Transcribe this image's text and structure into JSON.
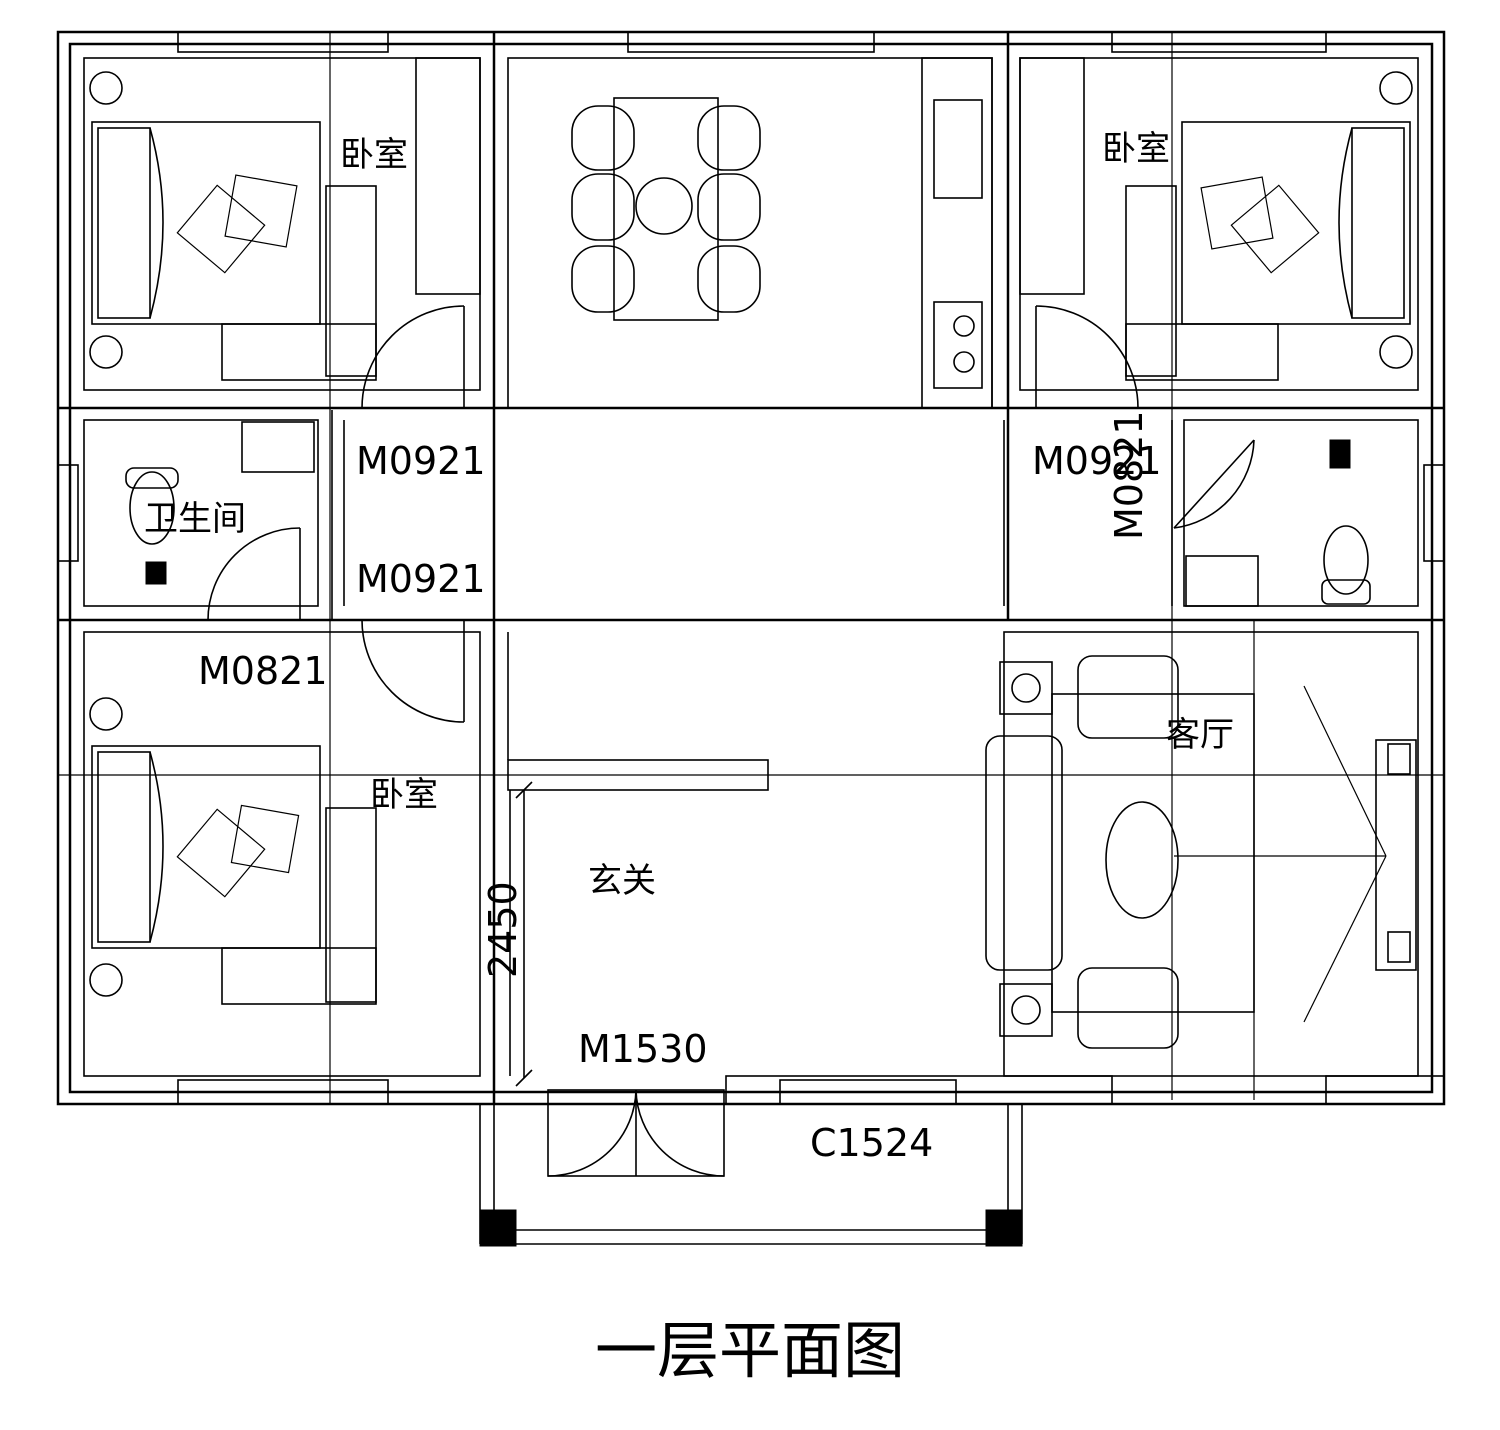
{
  "title": "一层平面图",
  "rooms": {
    "bedroom_top_left": "卧室",
    "bedroom_top_right": "卧室",
    "bedroom_bottom_left": "卧室",
    "bathroom_left": "卫生间",
    "living_room": "客厅",
    "foyer": "玄关"
  },
  "doors": {
    "top_left_bedroom": "M0921",
    "corridor": "M0921",
    "top_right_bedroom": "M0921",
    "right_bathroom": "M0821",
    "bottom_left_bedroom": "M0821",
    "entrance": "M1530"
  },
  "windows": {
    "front": "C1524"
  },
  "dimensions": {
    "foyer_depth": "2450"
  }
}
